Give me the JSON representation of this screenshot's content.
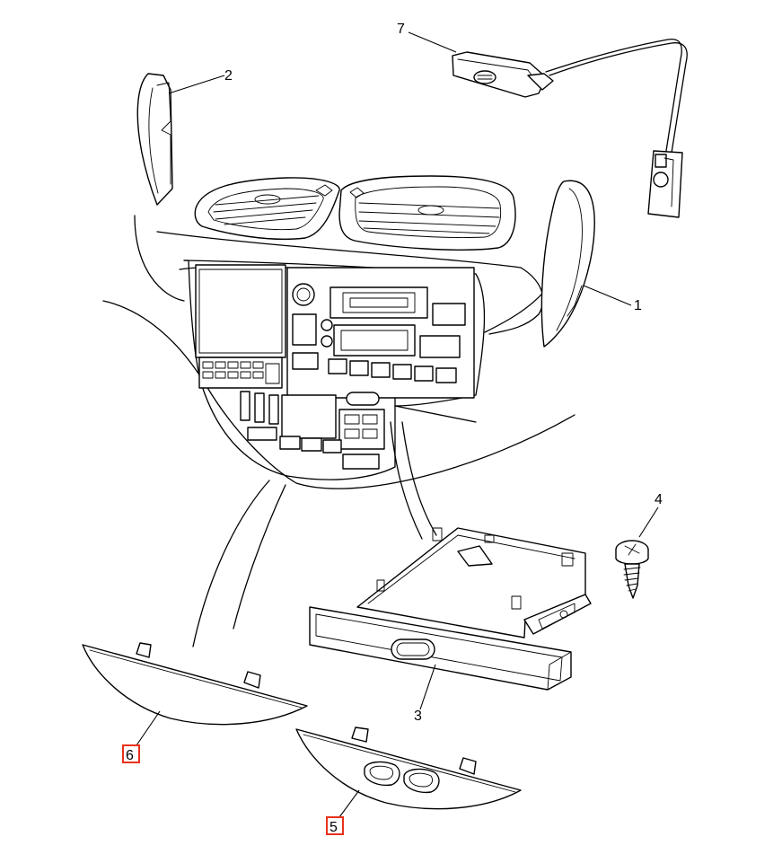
{
  "diagram": {
    "colors": {
      "line": "#000000",
      "background": "#ffffff",
      "highlight": "#e8311a"
    },
    "parts": [
      {
        "id": "1",
        "label": "1",
        "highlighted": false
      },
      {
        "id": "2",
        "label": "2",
        "highlighted": false
      },
      {
        "id": "3",
        "label": "3",
        "highlighted": false
      },
      {
        "id": "4",
        "label": "4",
        "highlighted": false
      },
      {
        "id": "5",
        "label": "5",
        "highlighted": true
      },
      {
        "id": "6",
        "label": "6",
        "highlighted": true
      },
      {
        "id": "7",
        "label": "7",
        "highlighted": false
      }
    ]
  }
}
